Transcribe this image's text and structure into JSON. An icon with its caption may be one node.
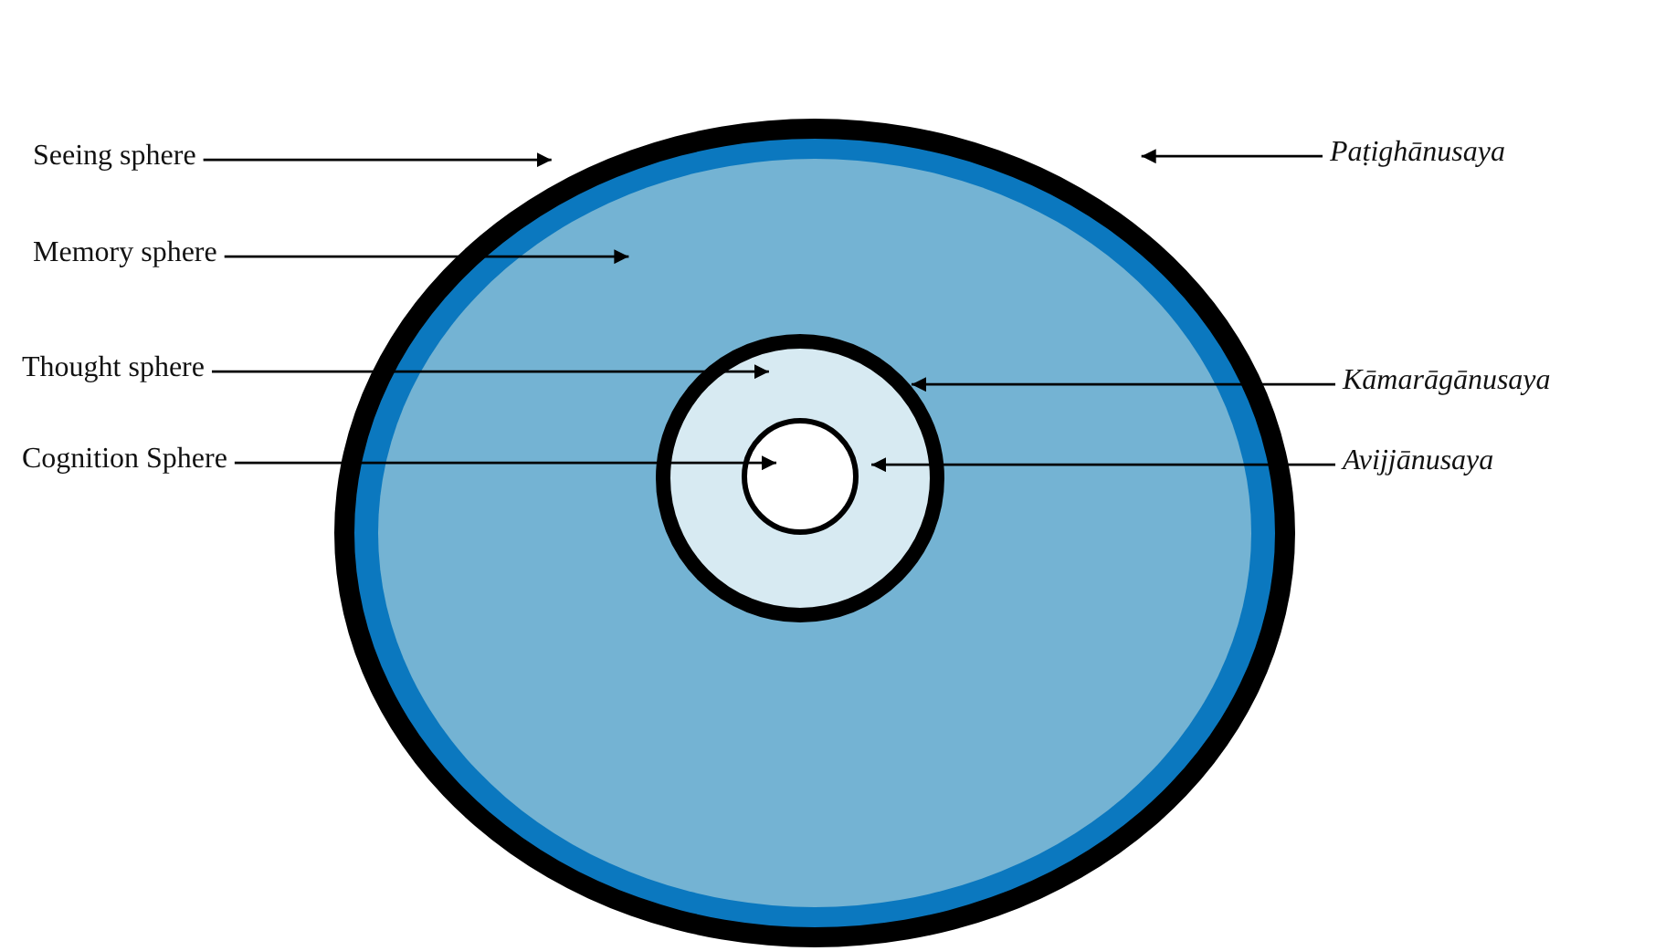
{
  "diagram": {
    "nodes": [
      {
        "text": [
          "Seeing sphere"
        ]
      },
      {
        "text": [
          "Memory sphere"
        ]
      },
      {
        "text": [
          "Thought sphere"
        ]
      },
      {
        "text": [
          "Cognition Sphere"
        ]
      },
      {
        "text": [
          "Paṭighānusaya"
        ]
      },
      {
        "text": [
          "Kāmarāgānusaya"
        ]
      },
      {
        "text": [
          "Avijjānusaya"
        ]
      },
      {
        "text": [],
        "shape": "circle"
      },
      {
        "text": [],
        "shape": "circle",
        "in": 7
      },
      {
        "text": [],
        "shape": "circle",
        "in": 8
      },
      {
        "text": [],
        "shape": "circle",
        "in": 9
      }
    ],
    "edges": [
      {
        "from": 0,
        "to": 7,
        "arrow": "to"
      },
      {
        "from": 1,
        "to": 8,
        "arrow": "to"
      },
      {
        "from": 2,
        "to": 9,
        "arrow": "to"
      },
      {
        "from": 3,
        "to": 10,
        "arrow": "to"
      },
      {
        "from": 4,
        "to": 7,
        "arrow": "to"
      },
      {
        "from": 5,
        "to": 9,
        "arrow": "to"
      },
      {
        "from": 6,
        "to": 10,
        "arrow": "to"
      }
    ]
  }
}
